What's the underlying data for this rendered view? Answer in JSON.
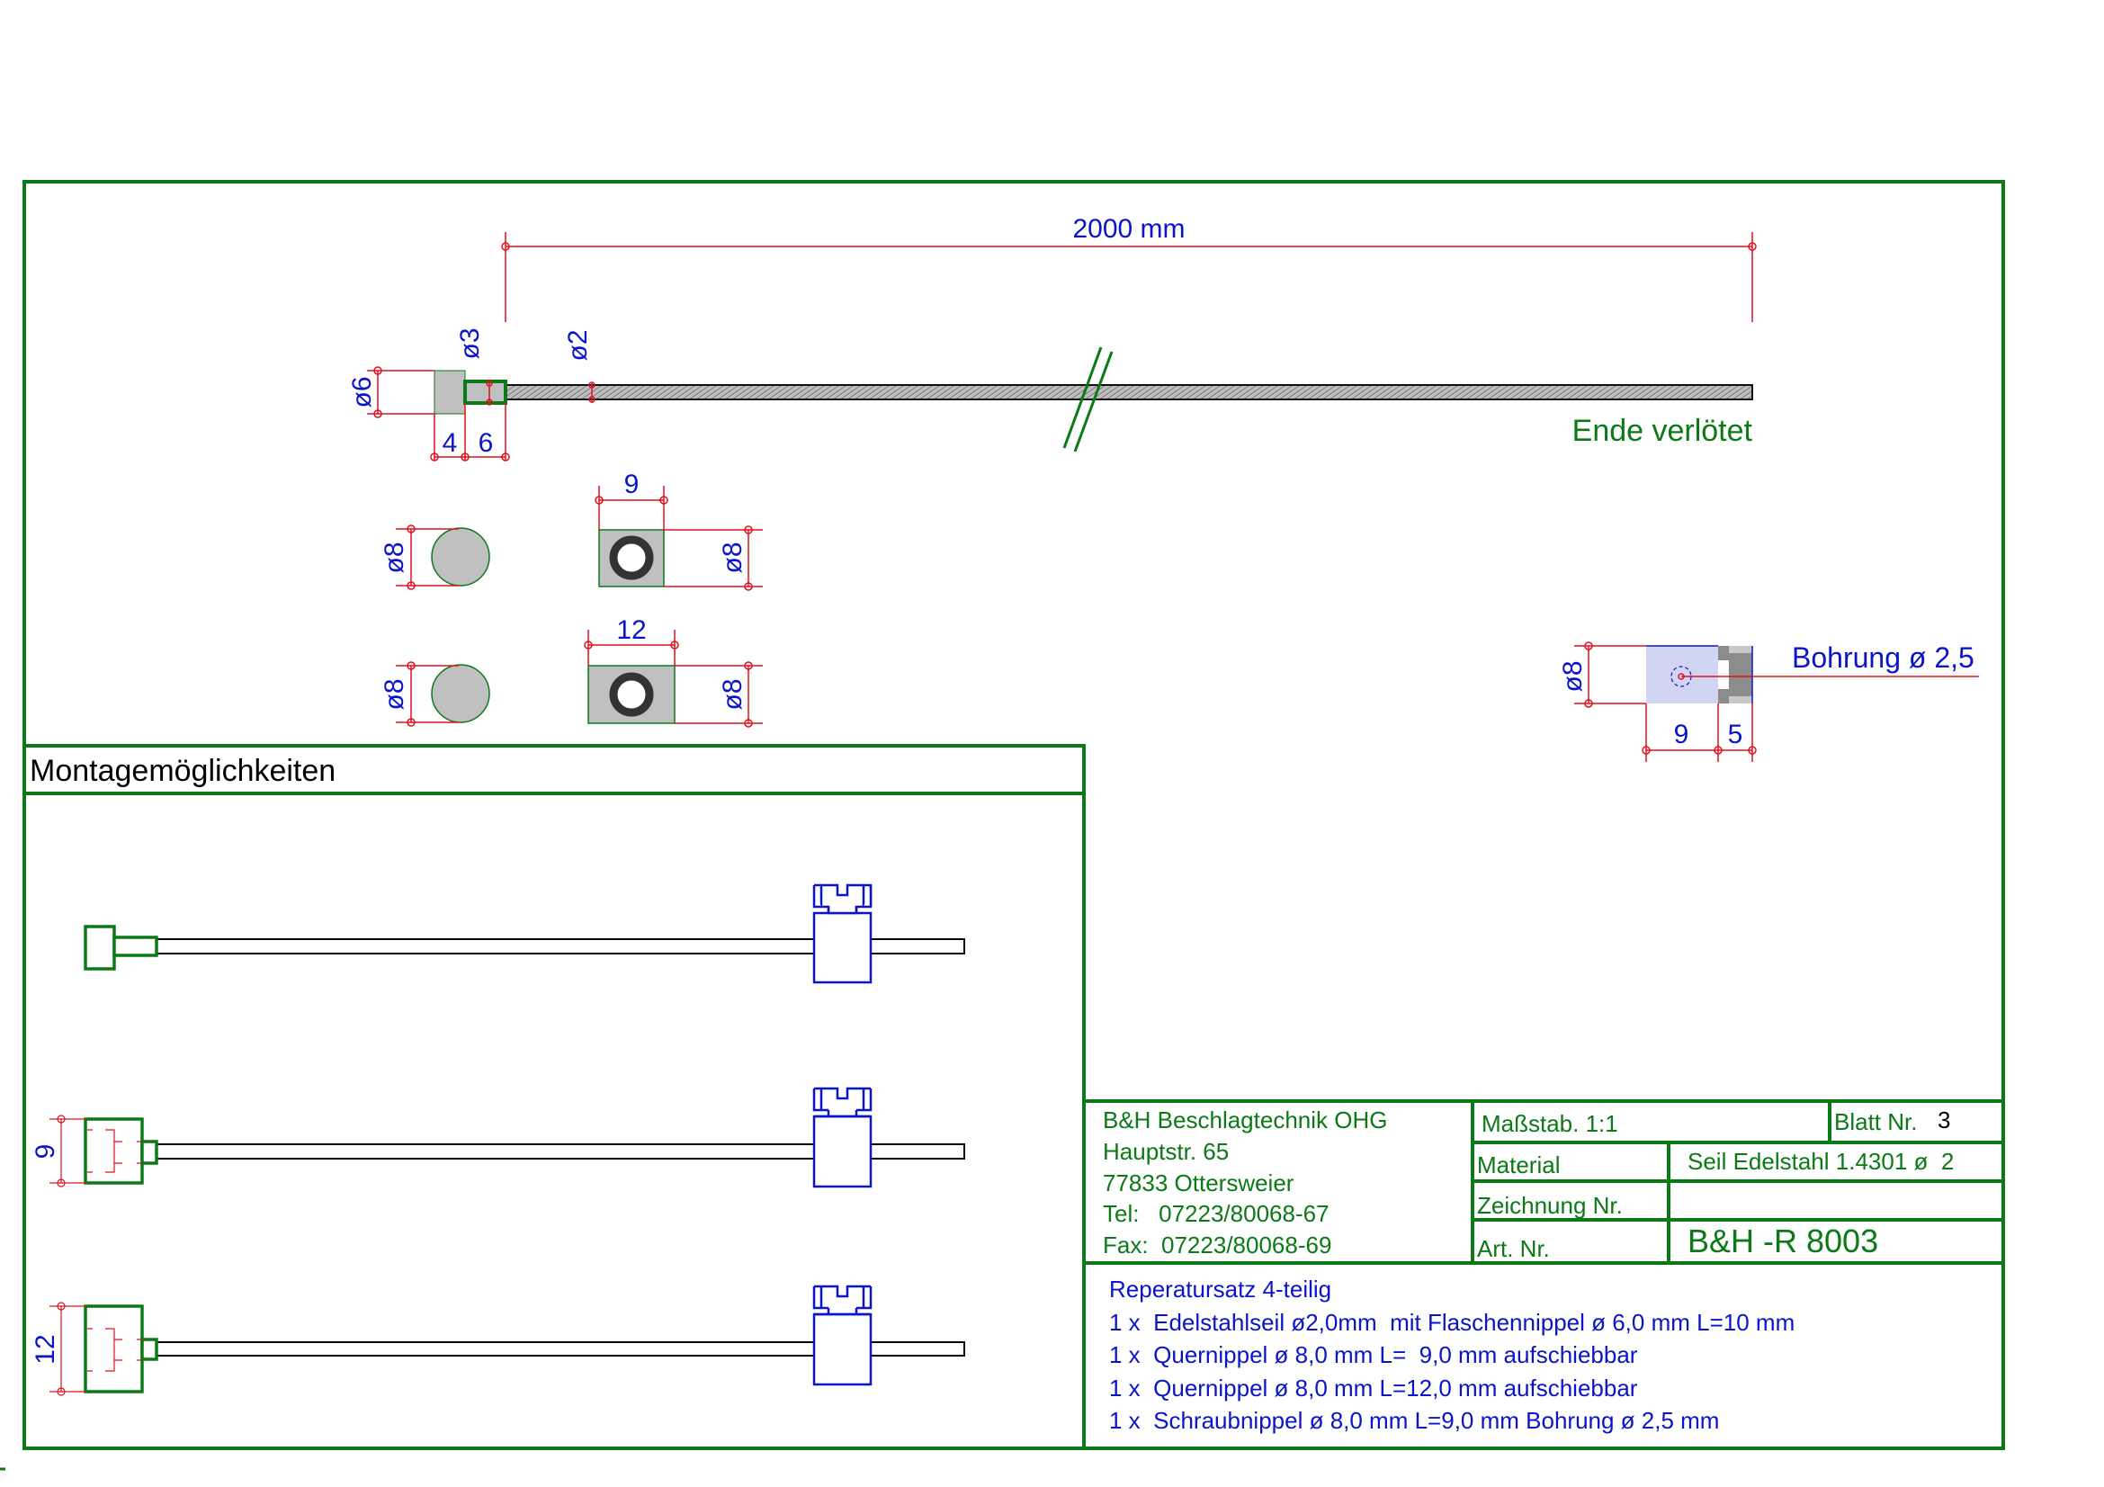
{
  "drawing": {
    "overall_length_label": "2000 mm",
    "rope_end_note": "Ende verlötet",
    "rope_nipple_dims": {
      "head_diameter": "ø6",
      "neck_diameter": "ø3",
      "rope_diameter": "ø2",
      "head_length": "4",
      "neck_length": "6"
    },
    "cross_nipple_9": {
      "side_diameter": "ø8",
      "length": "9",
      "front_diameter": "ø8"
    },
    "cross_nipple_12": {
      "side_diameter": "ø8",
      "length": "12",
      "front_diameter": "ø8"
    },
    "screw_nipple": {
      "diameter": "ø8",
      "body_length": "9",
      "head_length": "5",
      "bore_note": "Bohrung ø 2,5"
    }
  },
  "montage": {
    "title": "Montagemöglichkeiten",
    "variant_dims": [
      "9",
      "12"
    ]
  },
  "title_block": {
    "company": [
      "B&H Beschlagtechnik OHG",
      "Hauptstr. 65",
      "77833 Ottersweier",
      "Tel:   07223/80068-67",
      "Fax:  07223/80068-69"
    ],
    "scale_label": "Maßstab. 1:1",
    "sheet_label": "Blatt Nr.",
    "sheet_value": "3",
    "material_label": "Material",
    "material_value": "Seil Edelstahl 1.4301 ø  2",
    "drawing_no_label": "Zeichnung Nr.",
    "drawing_no_value": "",
    "article_label": "Art. Nr.",
    "article_value": "B&H -R 8003"
  },
  "parts_list": {
    "title": "Reperatursatz 4-teilig",
    "items": [
      "1 x  Edelstahlseil ø2,0mm  mit Flaschennippel ø 6,0 mm L=10 mm",
      "1 x  Quernippel ø 8,0 mm L=  9,0 mm aufschiebbar",
      "1 x  Quernippel ø 8,0 mm L=12,0 mm aufschiebbar",
      "1 x  Schraubnippel ø 8,0 mm L=9,0 mm Bohrung ø 2,5 mm"
    ]
  },
  "colors": {
    "frame": "#0b7a16",
    "dimension": "#e0101e",
    "text_blue": "#0a14c8",
    "part_fill": "#c0c0c0"
  }
}
